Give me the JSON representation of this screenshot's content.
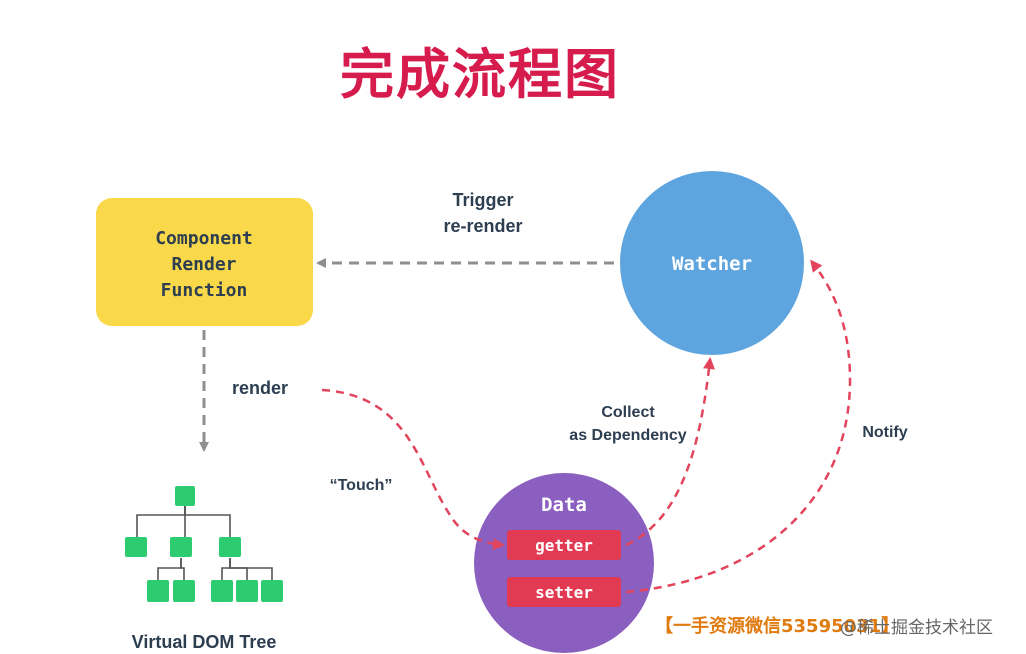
{
  "title": "完成流程图",
  "nodes": {
    "component": {
      "line1": "Component",
      "line2": "Render",
      "line3": "Function"
    },
    "watcher": {
      "label": "Watcher"
    },
    "data": {
      "label": "Data",
      "getter": "getter",
      "setter": "setter"
    },
    "vdom": {
      "label": "Virtual DOM Tree"
    }
  },
  "edges": {
    "trigger_line1": "Trigger",
    "trigger_line2": "re-render",
    "render": "render",
    "touch": "“Touch”",
    "collect_line1": "Collect",
    "collect_line2": "as Dependency",
    "notify": "Notify"
  },
  "watermark": {
    "text": "【一手资源微信53595031】",
    "site": "@稀土掘金技术社区"
  },
  "colors": {
    "title": "#d61b4d",
    "component_fill": "#f9d84a",
    "watcher_fill": "#5ea5df",
    "data_fill": "#8b5fbf",
    "pill_fill": "#e23a53",
    "tree_node": "#2ecc71",
    "dashed_gray": "#8f8f8f",
    "dashed_red": "#e2445c",
    "text_dark": "#2c3e50"
  },
  "icons": [
    "tree-icon"
  ]
}
